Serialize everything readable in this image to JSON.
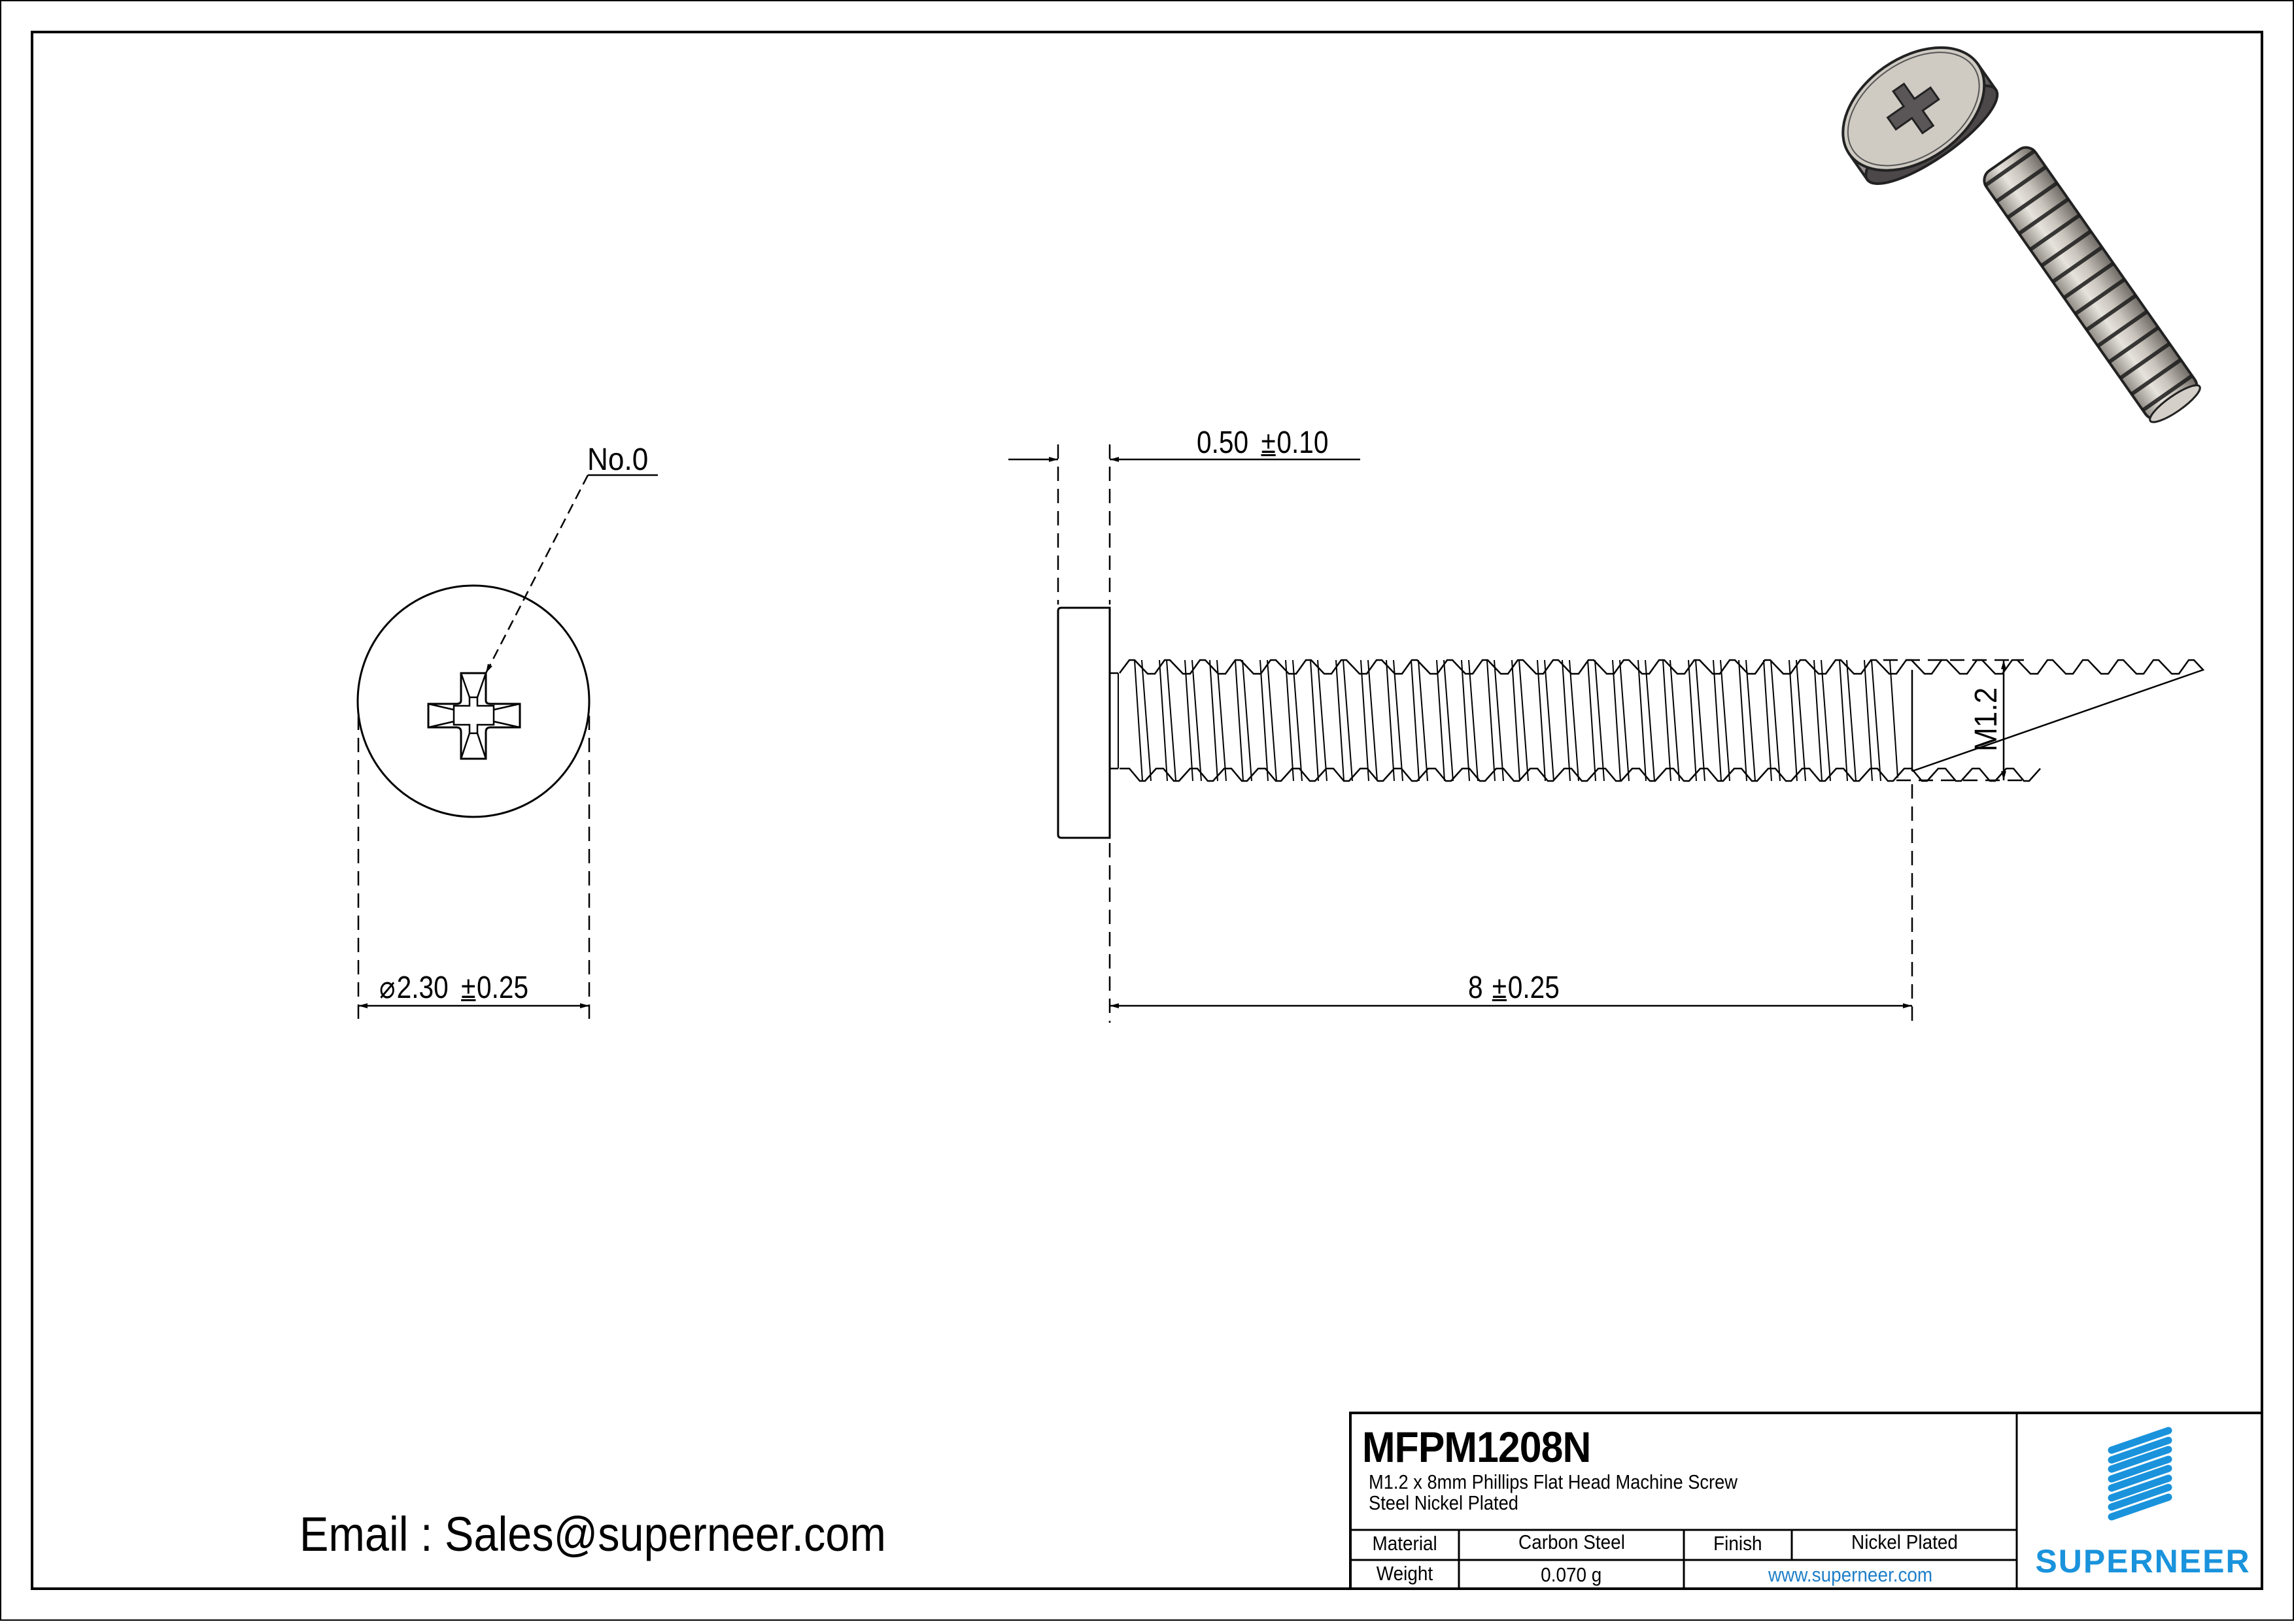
{
  "drawing": {
    "part_number": "MFPM1208N",
    "description_line1": "M1.2 x 8mm Phillips Flat Head Machine Screw",
    "description_line2": "Steel Nickel Plated"
  },
  "views": {
    "top_view": {
      "drive_label": "No.0",
      "diameter_symbol": "⌀",
      "diameter_value": "2.30",
      "diameter_pm": "±",
      "diameter_tol": "0.25"
    },
    "side_view": {
      "head_thickness_value": "0.50",
      "head_thickness_pm": "±",
      "head_thickness_tol": "0.10",
      "length_value": "8",
      "length_pm": "±",
      "length_tol": "0.25",
      "thread_label": "M1.2"
    },
    "iso_view": {
      "icon": "screw-3d-render-icon"
    }
  },
  "title_block": {
    "material_label": "Material",
    "material_value": "Carbon Steel",
    "finish_label": "Finish",
    "finish_value": "Nickel Plated",
    "weight_label": "Weight",
    "weight_value": "0.070 g",
    "website": "www.superneer.com",
    "brand_name": "SUPERNEER",
    "brand_icon": "superneer-stripes-logo-icon"
  },
  "contact": {
    "email_text": "Email : Sales@superneer.com"
  },
  "colors": {
    "line": "#000000",
    "brand_blue": "#1a93dc",
    "link_blue": "#1f7fc8",
    "render_metal": "#c9c4bc"
  }
}
